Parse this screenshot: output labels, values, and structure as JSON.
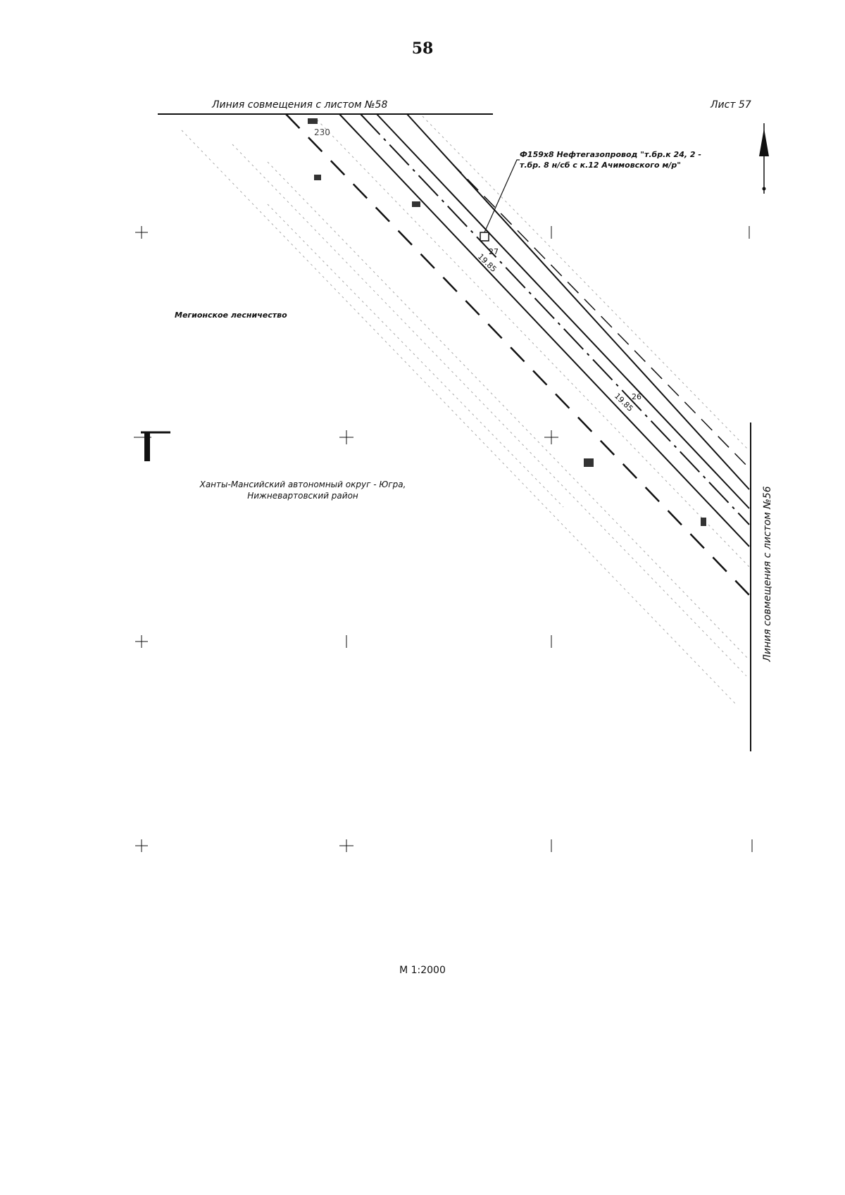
{
  "page_number": "58",
  "sheet_label": "Лист 57",
  "top_match_line": "Линия совмещения с листом №58",
  "right_match_line": "Линия совмещения с листом №56",
  "pipeline_label": {
    "line1": "Ф159х8 Нефтегазопровод \"т.бр.к 24, 2 -",
    "line2": "т.бр. 8 н/сб с к.12 Ачимовского м/р\""
  },
  "forestry_label": "Мегионское лесничество",
  "region_label": {
    "line1": "Ханты-Мансийский автономный округ - Югра,",
    "line2": "Нижневартовский район"
  },
  "scale": "М 1:2000",
  "annotations": {
    "corner_value": "230",
    "marker_a": "27",
    "marker_b": "26",
    "dimension_a": "19.85",
    "dimension_b": "19.85"
  },
  "colors": {
    "ink": "#111111",
    "gray_feature": "#9a9a9a"
  }
}
